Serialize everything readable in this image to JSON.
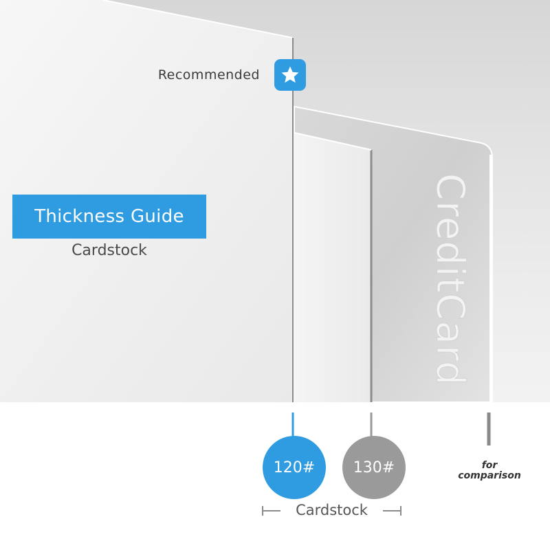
{
  "recommended_label": "Recommended",
  "icons": {
    "recommended": "star-icon"
  },
  "title": "Thickness Guide",
  "subtitle": "Cardstock",
  "card_text": "CreditCard",
  "options": [
    {
      "label": "120#",
      "recommended": true,
      "color": "#2f9be0"
    },
    {
      "label": "130#",
      "recommended": false,
      "color": "#9a9a9a"
    }
  ],
  "comparison_note": {
    "line1": "for",
    "line2": "comparison"
  },
  "bracket_label": "Cardstock",
  "colors": {
    "accent": "#2f9be0",
    "neutral": "#9a9a9a",
    "text": "#3a3a3a"
  }
}
